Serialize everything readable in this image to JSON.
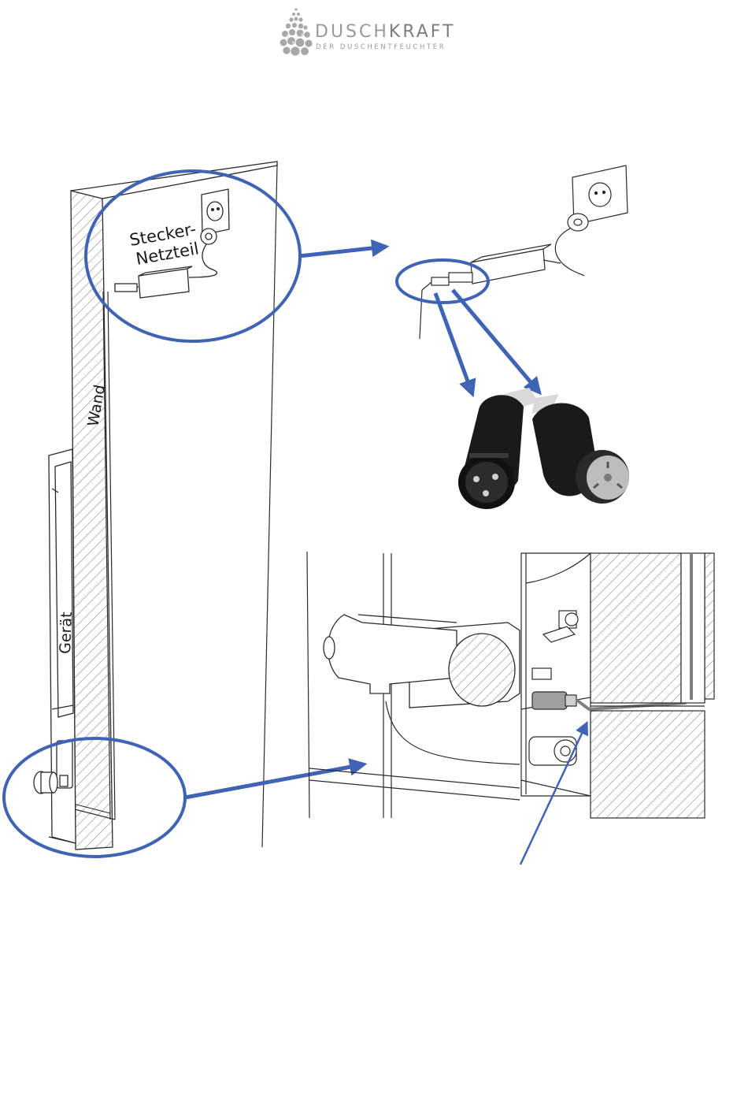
{
  "brand": {
    "name_light": "DUSCH",
    "name_heavy": "KRAFT",
    "tagline": "DER DUSCHENTFEUCHTER"
  },
  "labels": {
    "plug_adapter_line1": "Stecker-",
    "plug_adapter_line2": "Netzteil",
    "wall": "Wand",
    "device": "Gerät"
  },
  "colors": {
    "callout_blue": "#3F63B5",
    "line_art": "#2b2b2b",
    "logo_gray": "#9a9a9a"
  }
}
